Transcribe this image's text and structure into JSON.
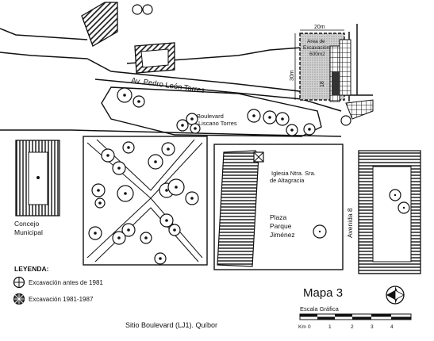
{
  "map": {
    "colors": {
      "ink": "#111111",
      "paper": "#ffffff",
      "shade": "#bdbdbd"
    },
    "streets": {
      "av_pedro": "Av. Pedro León Torres",
      "boulevard_line1": "Boulevard",
      "boulevard_line2": "Liscano Torres",
      "avenida8": "Avenida 8"
    },
    "buildings": {
      "iglesia_line1": "Iglesia Ntra. Sra.",
      "iglesia_line2": "de Altagracia",
      "concejo_line1": "Concejo",
      "concejo_line2": "Municipal",
      "plaza_line1": "Plaza",
      "plaza_line2": "Parque",
      "plaza_line3": "Jiménez"
    },
    "excavation_box": {
      "label_line1": "Area de",
      "label_line2": "Excavación",
      "label_line3": "600m2",
      "width_label": "20m",
      "height_label": "30m",
      "sector_label": "18"
    },
    "legend": {
      "title": "LEYENDA:",
      "item1": "Excavación antes de 1981",
      "item2": "Excavación 1981-1987"
    },
    "map_title": "Mapa 3",
    "scale": {
      "title": "Escala Gráfica",
      "unit": "Km",
      "ticks": [
        "0",
        "1",
        "2",
        "3",
        "4"
      ]
    },
    "caption": "Sitio Boulevard (LJ1). Quíbor",
    "icons": [
      "north-arrow-icon",
      "tree-icon",
      "excavation-grid-icon"
    ]
  }
}
